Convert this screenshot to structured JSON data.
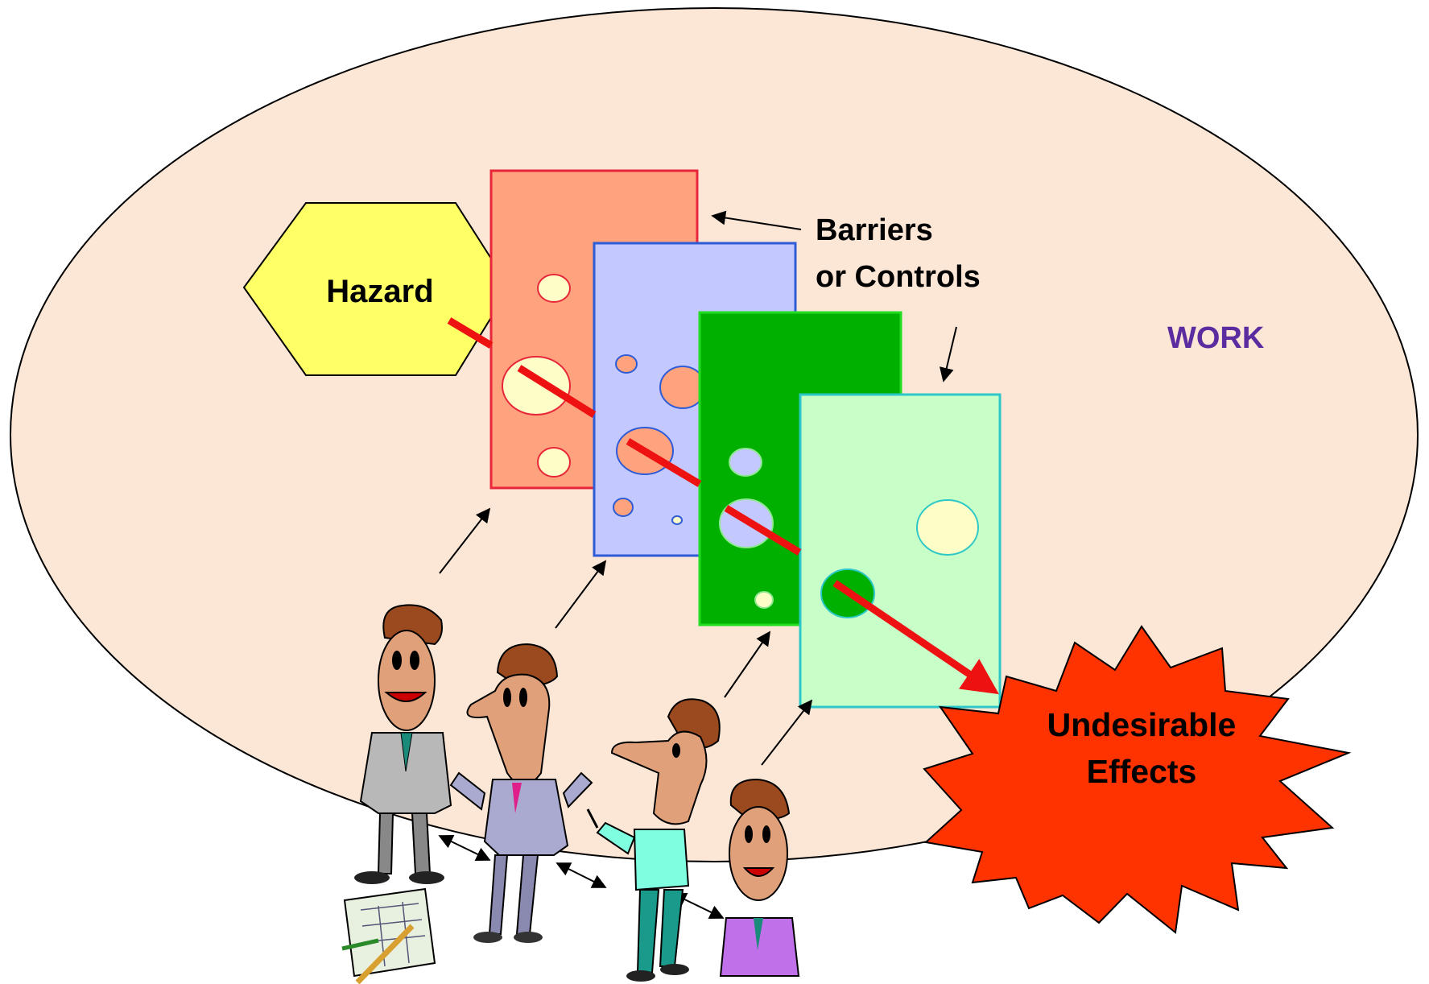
{
  "labels": {
    "hazard": "Hazard",
    "barriers_line1": "Barriers",
    "barriers_line2": "or Controls",
    "work": "WORK",
    "effects_line1": "Undesirable",
    "effects_line2": "Effects"
  },
  "colors": {
    "work_fill": "#fce6d6",
    "work_text": "#5b2ca0",
    "hazard_fill": "#ffff66",
    "barrier1_fill": "#ffa37f",
    "barrier1_edge": "#e8263a",
    "barrier2_fill": "#c3c9ff",
    "barrier2_edge": "#2e5bd6",
    "barrier3_fill": "#00b000",
    "barrier3_edge": "#22dd22",
    "barrier4_fill": "#c8ffc8",
    "barrier4_edge": "#2cc8c8",
    "hole_fill": "#fdfdc8",
    "path_color": "#ee1111",
    "effects_fill": "#ff3300"
  },
  "icons": {
    "hazard": "hexagon-icon",
    "effects": "starburst-icon",
    "people": [
      "worker-grey-suit",
      "worker-lilac-suit",
      "worker-pointing",
      "worker-purple-suit"
    ],
    "plan": "blueprint-icon"
  }
}
